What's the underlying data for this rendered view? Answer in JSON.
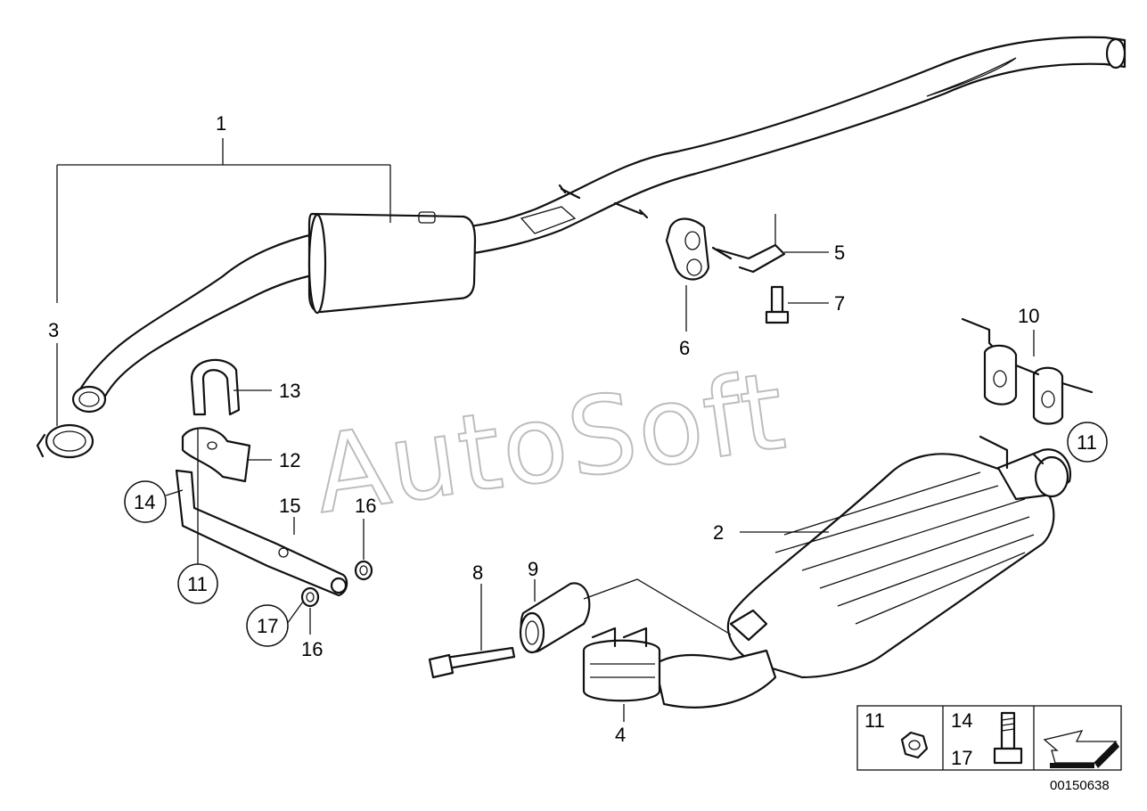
{
  "watermark": "AutoSoft",
  "diagram_id": "00150638",
  "callouts": {
    "c1": "1",
    "c2": "2",
    "c3": "3",
    "c4": "4",
    "c5": "5",
    "c6": "6",
    "c7": "7",
    "c8": "8",
    "c9": "9",
    "c10": "10",
    "c11a": "11",
    "c11b": "11",
    "c12": "12",
    "c13": "13",
    "c14": "14",
    "c15": "15",
    "c16a": "16",
    "c16b": "16",
    "c17": "17"
  },
  "legend": {
    "item_11": "11",
    "item_14": "14",
    "item_17": "17"
  }
}
